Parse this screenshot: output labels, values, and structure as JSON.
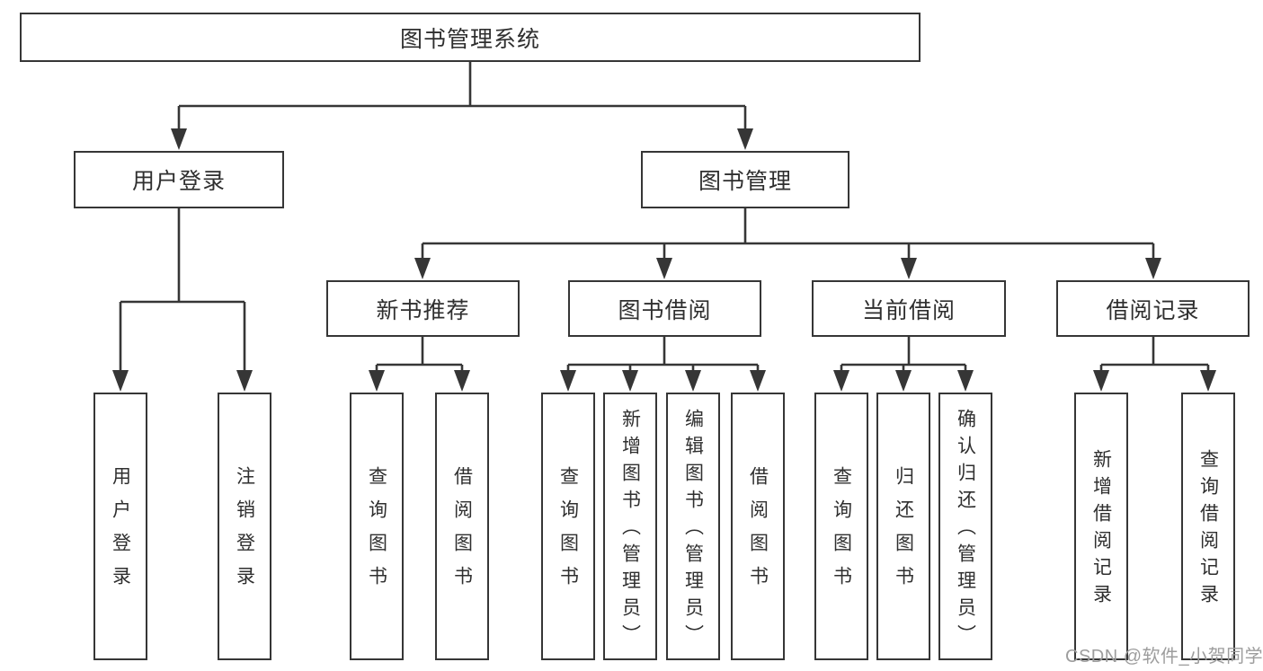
{
  "diagram": {
    "root": "图书管理系统",
    "branches": [
      {
        "label": "用户登录",
        "children": [
          "用户登录",
          "注销登录"
        ]
      },
      {
        "label": "图书管理",
        "children": [
          {
            "label": "新书推荐",
            "children": [
              "查询图书",
              "借阅图书"
            ]
          },
          {
            "label": "图书借阅",
            "children": [
              "查询图书",
              "新增图书（管理员）",
              "编辑图书（管理员）",
              "借阅图书"
            ]
          },
          {
            "label": "当前借阅",
            "children": [
              "查询图书",
              "归还图书",
              "确认归还（管理员）"
            ]
          },
          {
            "label": "借阅记录",
            "children": [
              "新增借阅记录",
              "查询借阅记录"
            ]
          }
        ]
      }
    ]
  },
  "watermark": "CSDN @软件_小贺同学",
  "colors": {
    "line": "#363636",
    "box_border": "#363636",
    "text": "#2f2f2f",
    "watermark_text": "#9d9d9d",
    "background": "#ffffff"
  }
}
